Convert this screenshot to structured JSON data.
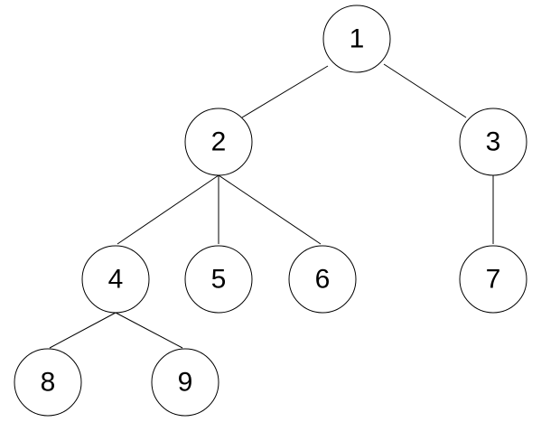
{
  "tree": {
    "nodes": [
      {
        "id": "1",
        "label": "1"
      },
      {
        "id": "2",
        "label": "2"
      },
      {
        "id": "3",
        "label": "3"
      },
      {
        "id": "4",
        "label": "4"
      },
      {
        "id": "5",
        "label": "5"
      },
      {
        "id": "6",
        "label": "6"
      },
      {
        "id": "7",
        "label": "7"
      },
      {
        "id": "8",
        "label": "8"
      },
      {
        "id": "9",
        "label": "9"
      }
    ],
    "edges": [
      {
        "from": "1",
        "to": "2"
      },
      {
        "from": "1",
        "to": "3"
      },
      {
        "from": "2",
        "to": "4"
      },
      {
        "from": "2",
        "to": "5"
      },
      {
        "from": "2",
        "to": "6"
      },
      {
        "from": "3",
        "to": "7"
      },
      {
        "from": "4",
        "to": "8"
      },
      {
        "from": "4",
        "to": "9"
      }
    ],
    "colors": {
      "stroke": "#000000",
      "fill": "#ffffff",
      "text": "#000000"
    }
  }
}
